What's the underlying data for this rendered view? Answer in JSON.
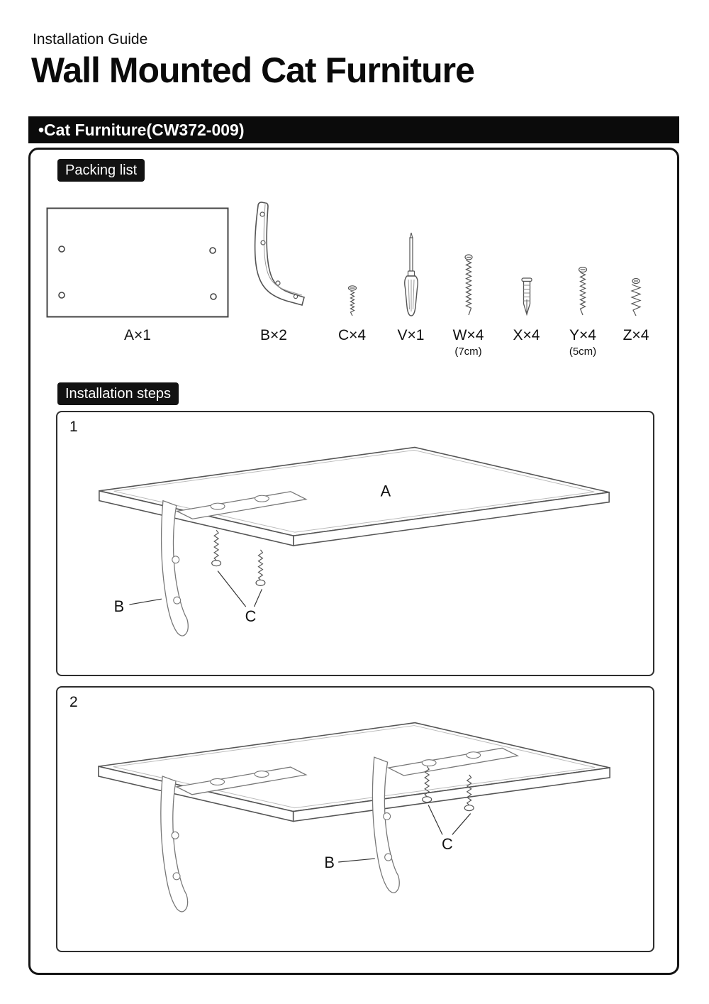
{
  "doc": {
    "kicker": "Installation Guide",
    "title": "Wall Mounted Cat Furniture"
  },
  "product": {
    "name": "•Cat Furniture(CW372-009)"
  },
  "packing": {
    "heading": "Packing list",
    "parts": [
      {
        "id": "A",
        "label": "A×1",
        "note": ""
      },
      {
        "id": "B",
        "label": "B×2",
        "note": ""
      },
      {
        "id": "C",
        "label": "C×4",
        "note": ""
      },
      {
        "id": "V",
        "label": "V×1",
        "note": ""
      },
      {
        "id": "W",
        "label": "W×4",
        "note": "(7cm)"
      },
      {
        "id": "X",
        "label": "X×4",
        "note": ""
      },
      {
        "id": "Y",
        "label": "Y×4",
        "note": "(5cm)"
      },
      {
        "id": "Z",
        "label": "Z×4",
        "note": ""
      }
    ]
  },
  "steps": {
    "heading": "Installation steps",
    "step1": {
      "num": "1",
      "part_a": "A",
      "part_b": "B",
      "part_c": "C"
    },
    "step2": {
      "num": "2",
      "part_b": "B",
      "part_c": "C"
    }
  },
  "colors": {
    "bar_background": "#0b0b0b",
    "badge_background": "#121212",
    "line_art_stroke": "#555555"
  }
}
